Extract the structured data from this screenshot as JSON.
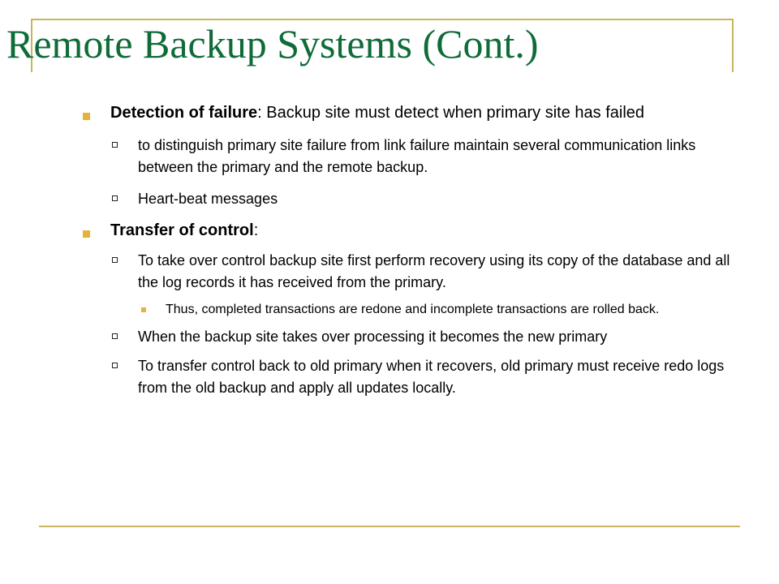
{
  "slide": {
    "title": "Remote Backup Systems (Cont.)",
    "accent_color": "#c8b45a",
    "title_color": "#0f6b38",
    "bullet_color": "#e5b23a",
    "items": [
      {
        "term": "Detection of failure",
        "rest": ": Backup site must detect when primary site has failed",
        "subitems": [
          {
            "text": "to distinguish primary site failure from link failure maintain several communication links between the primary and the remote backup."
          },
          {
            "text": "Heart-beat messages"
          }
        ]
      },
      {
        "term": "Transfer of control",
        "rest": ":",
        "subitems": [
          {
            "text": "To take over control backup site first perform recovery using its copy of the database and all the log records it has received from the primary.",
            "subitems": [
              {
                "text": " Thus, completed transactions are redone and incomplete transactions are rolled back."
              }
            ]
          },
          {
            "text": "When the backup site takes over processing it becomes the new primary"
          },
          {
            "text": "To transfer control back to old primary when it recovers, old primary must receive redo logs from the old backup and apply all updates locally."
          }
        ]
      }
    ]
  }
}
